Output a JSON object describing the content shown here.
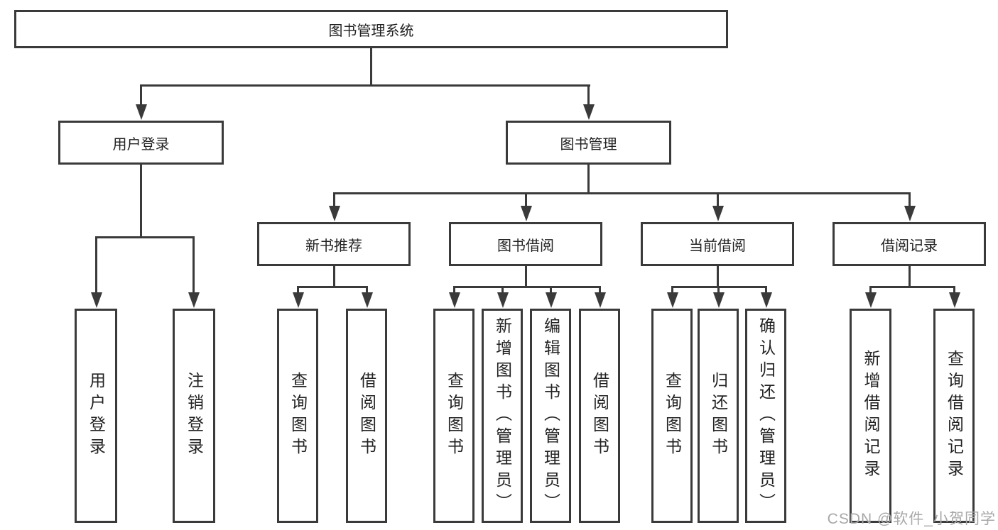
{
  "tree": {
    "root": {
      "label": "图书管理系统",
      "children": [
        {
          "label": "用户登录",
          "children": [
            {
              "label": "用户登录"
            },
            {
              "label": "注销登录"
            }
          ]
        },
        {
          "label": "图书管理",
          "children": [
            {
              "label": "新书推荐",
              "children": [
                {
                  "label": "查询图书"
                },
                {
                  "label": "借阅图书"
                }
              ]
            },
            {
              "label": "图书借阅",
              "children": [
                {
                  "label": "查询图书"
                },
                {
                  "label": "新增图书（管理员）"
                },
                {
                  "label": "编辑图书（管理员）"
                },
                {
                  "label": "借阅图书"
                }
              ]
            },
            {
              "label": "当前借阅",
              "children": [
                {
                  "label": "查询图书"
                },
                {
                  "label": "归还图书"
                },
                {
                  "label": "确认归还（管理员）"
                }
              ]
            },
            {
              "label": "借阅记录",
              "children": [
                {
                  "label": "新增借阅记录"
                },
                {
                  "label": "查询借阅记录"
                }
              ]
            }
          ]
        }
      ]
    }
  },
  "watermark": {
    "text": "CSDN @软件_小贺同学"
  },
  "colors": {
    "line": "#3a3a3a",
    "text": "#222222",
    "watermark": "#a8a8a8",
    "background": "#ffffff"
  }
}
